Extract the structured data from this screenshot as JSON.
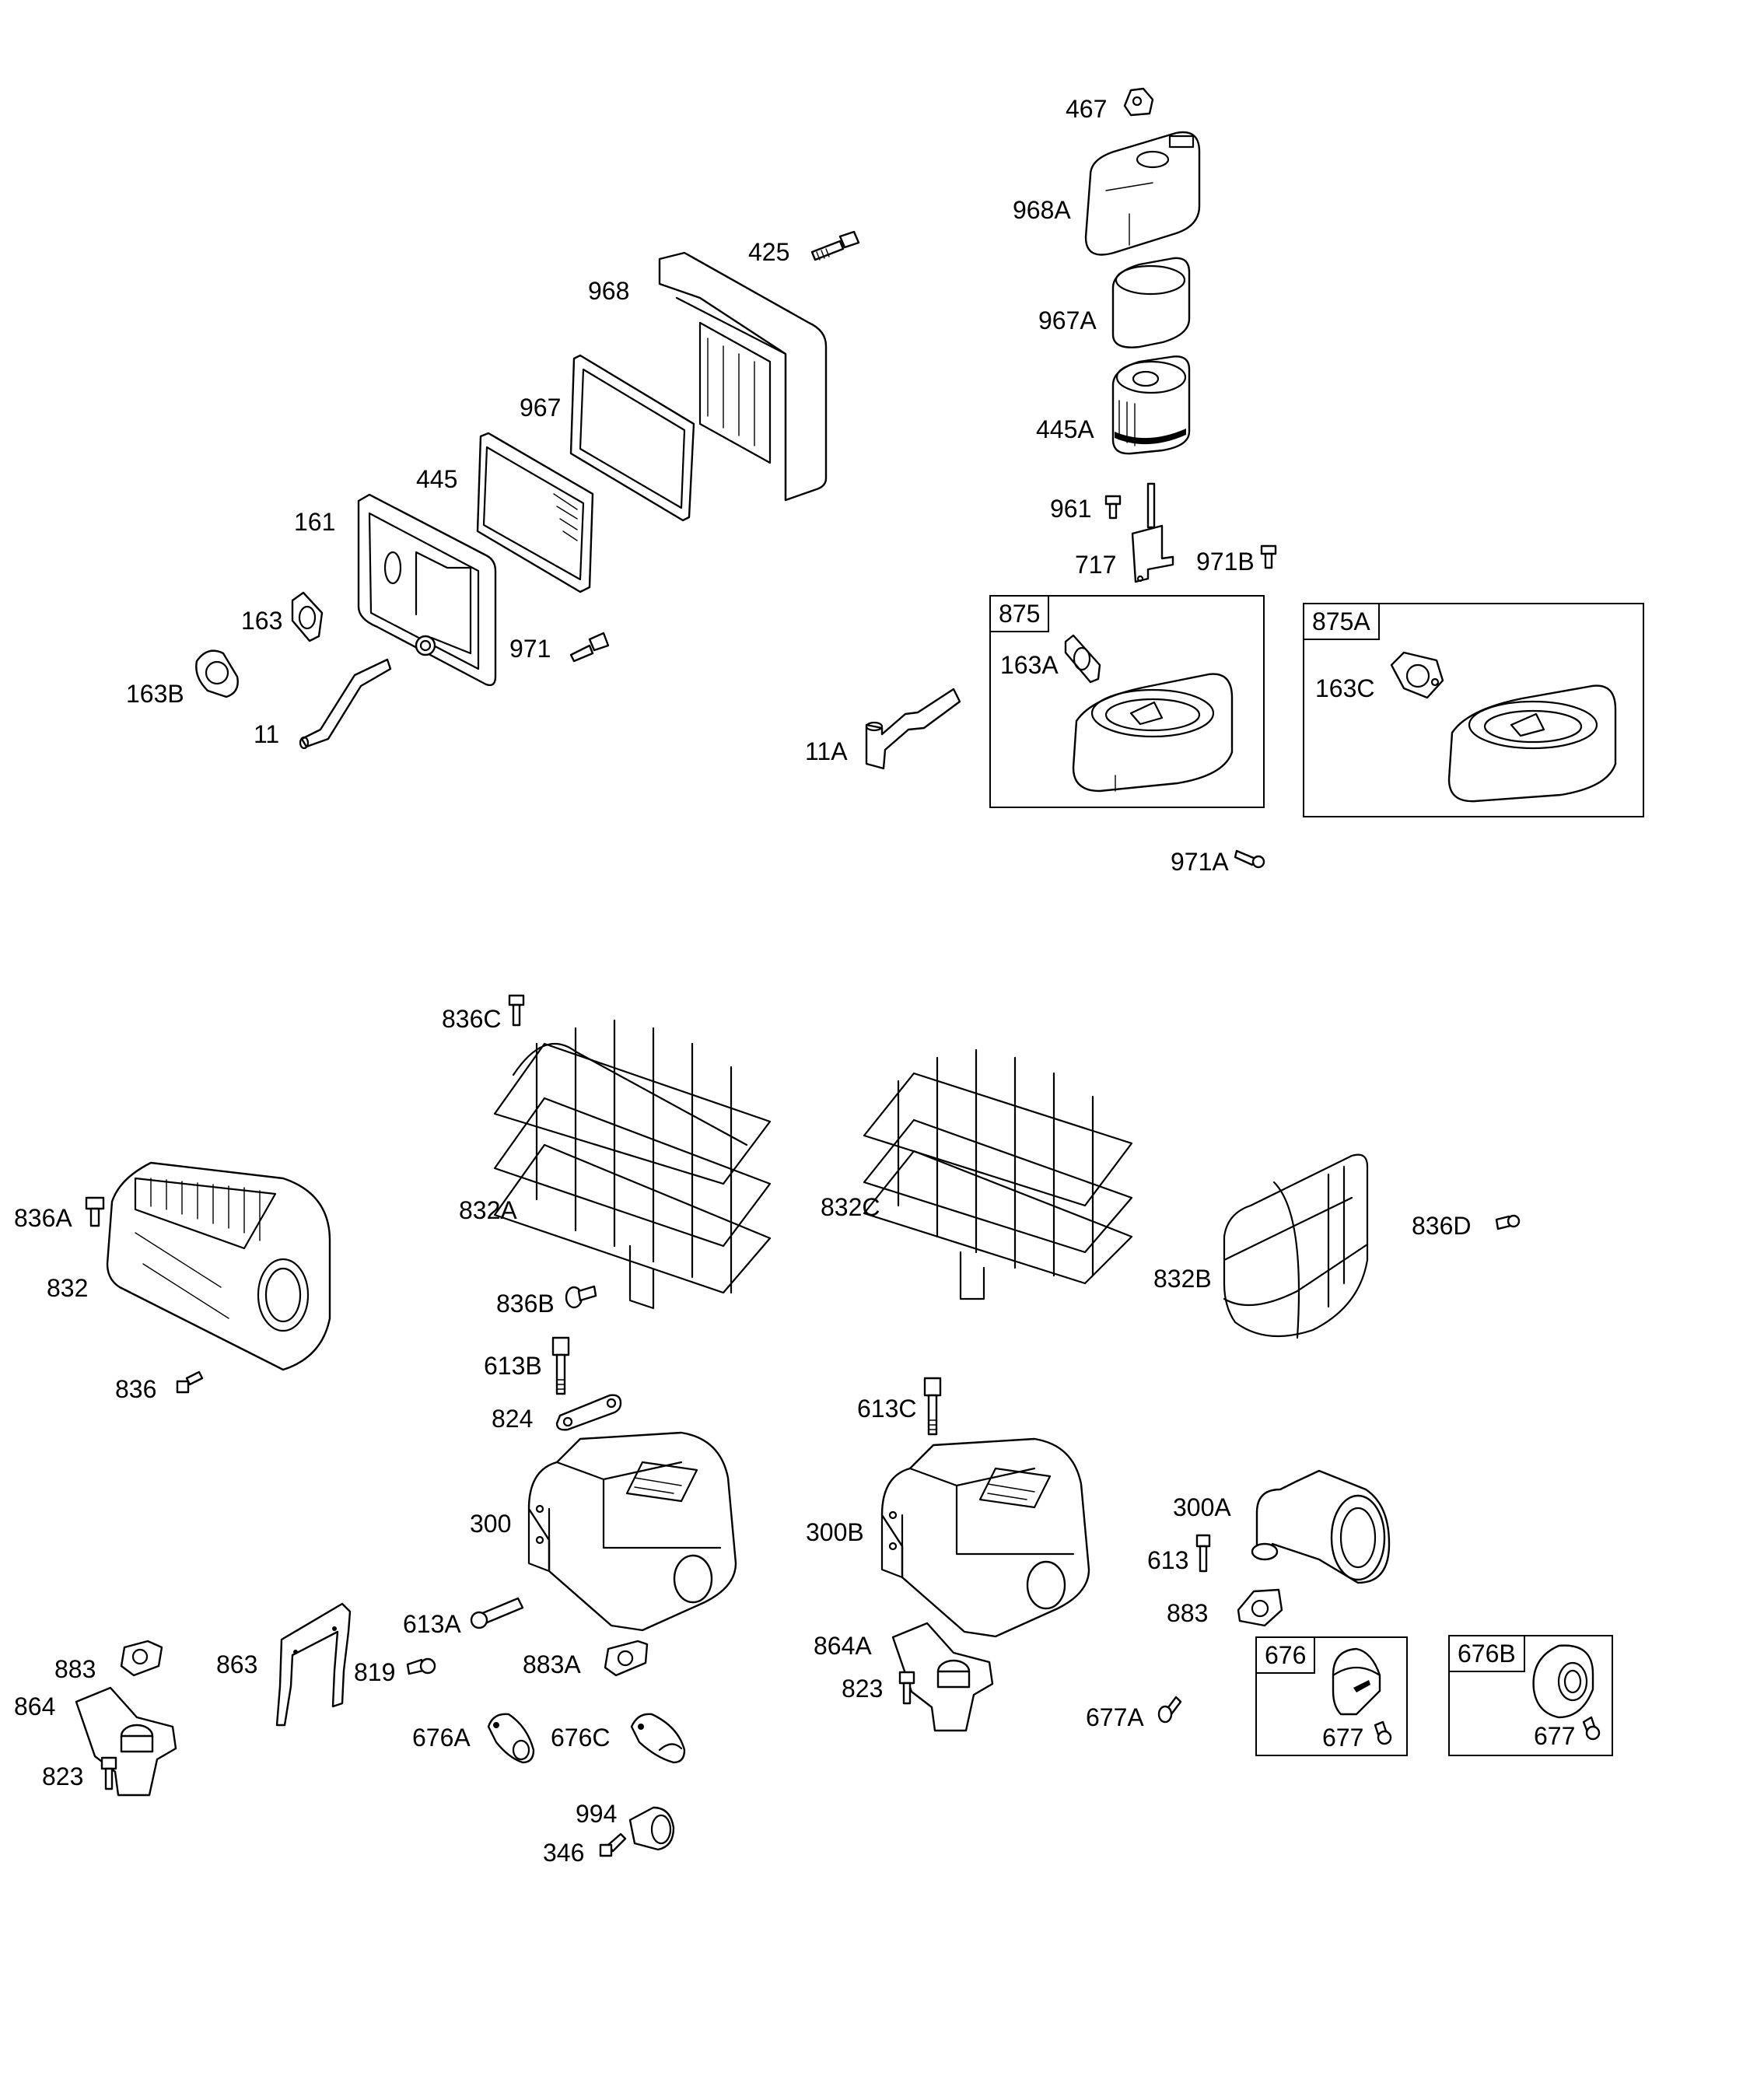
{
  "diagram": {
    "title": "Air cleaner and muffler exploded parts diagram",
    "groups": {
      "air_cleaner_flat": {
        "parts": [
          "425",
          "968",
          "967",
          "445",
          "161",
          "163",
          "163B",
          "11",
          "971"
        ]
      },
      "air_cleaner_oval": {
        "parts": [
          "467",
          "968A",
          "967A",
          "445A",
          "961",
          "717",
          "971B",
          "11A",
          "971A"
        ]
      },
      "kits": [
        {
          "kit": "875",
          "contains": [
            "163A"
          ]
        },
        {
          "kit": "875A",
          "contains": [
            "163C"
          ]
        },
        {
          "kit": "676",
          "contains": [
            "677"
          ]
        },
        {
          "kit": "676B",
          "contains": [
            "677"
          ]
        }
      ],
      "guards": {
        "parts": [
          "836A",
          "832",
          "836",
          "836C",
          "832A",
          "836B",
          "832C",
          "832B",
          "836D"
        ]
      },
      "mufflers": {
        "parts": [
          "613B",
          "824",
          "300",
          "613A",
          "883A",
          "863",
          "819",
          "883",
          "864",
          "823",
          "676A",
          "676C",
          "994",
          "346",
          "613C",
          "300B",
          "864A",
          "300A",
          "613",
          "677A"
        ]
      }
    }
  },
  "labels": {
    "p425": "425",
    "p968": "968",
    "p967": "967",
    "p445": "445",
    "p161": "161",
    "p163": "163",
    "p163B": "163B",
    "p11": "11",
    "p971": "971",
    "p467": "467",
    "p968A": "968A",
    "p967A": "967A",
    "p445A": "445A",
    "p961": "961",
    "p717": "717",
    "p971B": "971B",
    "p11A": "11A",
    "p971A": "971A",
    "p875": "875",
    "p163A": "163A",
    "p875A": "875A",
    "p163C": "163C",
    "p836C": "836C",
    "p836A": "836A",
    "p832": "832",
    "p836": "836",
    "p832A": "832A",
    "p836B": "836B",
    "p832C": "832C",
    "p832B": "832B",
    "p836D": "836D",
    "p613B": "613B",
    "p824": "824",
    "p300": "300",
    "p613A": "613A",
    "p883": "883",
    "p863": "863",
    "p819": "819",
    "p883A": "883A",
    "p864": "864",
    "p823": "823",
    "p676A": "676A",
    "p676C": "676C",
    "p994": "994",
    "p346": "346",
    "p613C": "613C",
    "p300B": "300B",
    "p864A": "864A",
    "p823b": "823",
    "p300A": "300A",
    "p613": "613",
    "p883b": "883",
    "p677A": "677A",
    "p676": "676",
    "p677a": "677",
    "p676B": "676B",
    "p677b": "677"
  }
}
